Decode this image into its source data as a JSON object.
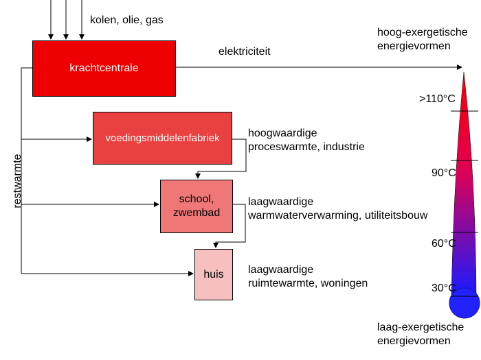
{
  "fuel_label": "kolen, olie, gas",
  "electricity_label": "elektriciteit",
  "waste_heat_label": "restwarmte",
  "boxes": {
    "power_plant": "krachtcentrale",
    "food_factory": "voedingsmiddelenfabriek",
    "school_line1": "school,",
    "school_line2": "zwembad",
    "house": "huis"
  },
  "uses": {
    "high_line1": "hoogwaardige",
    "high_line2": "proceswarmte, industrie",
    "low1_line1": "laagwaardige",
    "low1_line2": "warmwaterverwarming, utiliteitsbouw",
    "low2_line1": "laagwaardige",
    "low2_line2": "ruimtewarmte, woningen"
  },
  "scale": {
    "top_line1": "hoog-exergetische",
    "top_line2": "energievormen",
    "bottom_line1": "laag-exergetische",
    "bottom_line2": "energievormen",
    "ticks": [
      ">110°C",
      "90°C",
      "60°C",
      "30°C"
    ]
  },
  "colors": {
    "power_plant": "#ee0000",
    "food_factory": "#e8413f",
    "school": "#ef7777",
    "house": "#f7c0c0",
    "thermo_top": "#ff0000",
    "thermo_bottom": "#0000ff"
  }
}
